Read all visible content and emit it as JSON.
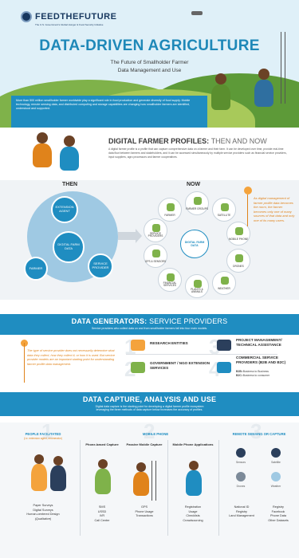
{
  "header": {
    "logo_text": "FEEDTHEFUTURE",
    "logo_sub": "The U.S. Government's Global Hunger & Food Security Initiative",
    "title": "DATA-DRIVEN AGRICULTURE",
    "subtitle_line1": "The Future of Smallholder Farmer",
    "subtitle_line2": "Data Management and Use",
    "intro": "More than 500 million smallholder farmer worldwide play a significant role in food production and generate diversity of food supply. Mobile technology, remote sensing data, and distributed computing and storage capabilities are changing how smallholder farmers are identified, understood and supported."
  },
  "profiles": {
    "title_bold": "DIGITAL FARMER PROFILES:",
    "title_thin": "THEN AND NOW",
    "text": "A digital farmer profile is a profile that can capture comprehensive data on a farmer and their farm. It can be developed over time, provide real-time data flow between farmers and stakeholders, and it can be accessed simultaneously by multiple service providers such as financial service providers, input suppliers, agro processors and farmer cooperatives.",
    "then_label": "THEN",
    "now_label": "NOW",
    "then_center": "DIGITAL FARM DATA",
    "then_nodes": [
      "EXTENSION AGENT",
      "FARMER",
      "SERVICE PROVIDER"
    ],
    "now_center": "DIGITAL FARM DATA",
    "now_nodes": [
      "FARMER",
      "FARMER GROUPS",
      "SATELLITE",
      "MOBILE PHONE",
      "DRONES",
      "WEATHER",
      "PLANTS & ANIMALS",
      "FINANCIAL SERVICES",
      "GPS & SENSORS",
      "SERVICE PROVIDERS"
    ],
    "note": "As digital management of farmer profile data becomes the norm, the farmer becomes only one of many sources of that data and only one of its many users."
  },
  "generators": {
    "title_bold": "DATA GENERATORS:",
    "title_thin": "SERVICE PROVIDERS",
    "sub": "Service providers who collect data on and from smallholder farmers fall into four main models.",
    "note": "The type of service provider does not necessarily determine what data they collect, how they collect it, or how it is used. But service provider models are an important starting point for understanding farmer profile data management.",
    "items": [
      {
        "num": "1",
        "label": "RESEARCH ENTITIES"
      },
      {
        "num": "2",
        "label": "GOVERNMENT / NGO EXTENSION SERVICES"
      },
      {
        "num": "3",
        "label": "PROJECT MANAGEMENT/ TECHNICAL ASSISTANCE"
      },
      {
        "num": "4",
        "label": "COMMERCIAL SERVICE PROVIDERS (B2B AND B2C)"
      }
    ],
    "b2b": "B2B",
    "b2b_text": "=Business to Business",
    "b2c": "B2C",
    "b2c_text": "=Business to consumer"
  },
  "capture": {
    "title": "DATA CAPTURE, ANALYSIS AND USE",
    "sub_line1": "Digital data capture is the starting point for developing a digital farmer profile ecosystem",
    "sub_line2": "leveraging the three methods of data capture below increases the accuracy of profiles.",
    "col1": {
      "num": "1",
      "head": "PEOPLE FACILITATED",
      "sub": "(i.e. extension agent, enumerator)",
      "list": [
        "Paper Surveys",
        "Digital Surveys",
        "Human-centered Design",
        "(Qualitative)"
      ]
    },
    "col2": {
      "num": "2",
      "head": "MOBILE PHONE",
      "groups": [
        {
          "title": "Phone-based Capture",
          "list": [
            "SMS",
            "USSD",
            "IVR",
            "Call Center"
          ]
        },
        {
          "title": "Passive Mobile Capture",
          "list": [
            "GPS",
            "Phone Usage",
            "Transactions"
          ]
        },
        {
          "title": "Mobile Phone Applications",
          "list": [
            "Registration",
            "Usage",
            "Checklists",
            "Crowdsourcing"
          ]
        }
      ]
    },
    "col3": {
      "num": "3",
      "head": "REMOTE SENSING OR CAPTURE",
      "icons": [
        "Sensors",
        "Satellite",
        "Drones",
        "Weather"
      ],
      "list_a": [
        "National ID",
        "Registry",
        "Land Management"
      ],
      "list_b": [
        "Registry",
        "Facebook",
        "Phone Data",
        "Other Datasets"
      ]
    }
  },
  "colors": {
    "accent": "#1f8dc1",
    "orange": "#e0831b",
    "green": "#7fb24a"
  }
}
